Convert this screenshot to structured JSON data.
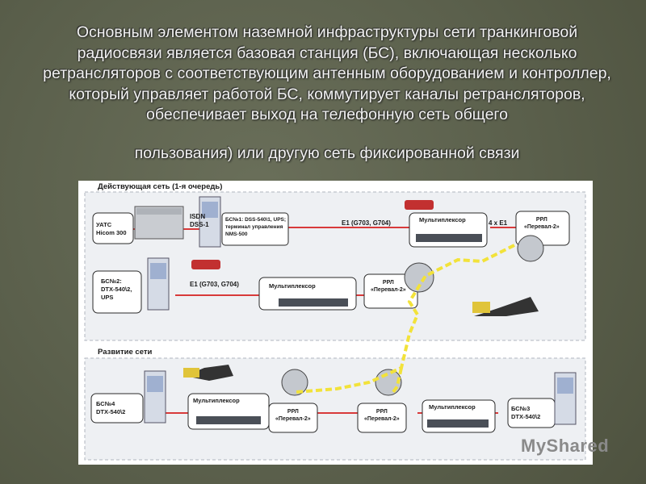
{
  "heading": {
    "line1": "Основным элементом наземной инфраструктуры сети транкинговой радиосвязи является базовая станция (БС), включающая несколько ретрансляторов с соответствующим антенным оборудованием и контроллер, который управляет работой БС, коммутирует каналы ретрансляторов, обеспечивает выход на телефонную сеть общего",
    "line2": "пользования) или другую сеть фиксированной связи"
  },
  "diagram": {
    "section_current": "Действующая сеть (1-я очередь)",
    "section_dev": "Развитие сети",
    "uats": "УАТС\nHicom 300",
    "isdn": "ISDN\nDSS-1",
    "bs1": "БС№1: DSS-540\\1, UPS;\nтерминал управления\nNMS-500",
    "e1_top": "E1 (G703, G704)",
    "mux_top": "Мультиплексор",
    "four_e1": "4 x E1",
    "rrl_top": "РРЛ\n«Перевал-2»",
    "bs2": "БС№2:\nDTX-540\\2,\nUPS",
    "e1_mid": "E1 (G703, G704)",
    "mux_mid": "Мультиплексор",
    "rrl_mid": "РРЛ\n«Перевал-2»",
    "bs4": "БС№4\nDTX-540\\2",
    "mux_dev_left": "Мультиплексор",
    "rrl_dev_left": "РРЛ\n«Перевал-2»",
    "rrl_dev_center": "РРЛ\n«Перевал-2»",
    "mux_dev_right": "Мультиплексор",
    "bs3": "БС№3\nDTX-540\\2"
  },
  "watermark": "MyShared",
  "colors": {
    "background": "#5f6450",
    "link_line": "#d83a3a",
    "radio_link": "#f2e23a",
    "box_border": "#2a2a2a"
  }
}
